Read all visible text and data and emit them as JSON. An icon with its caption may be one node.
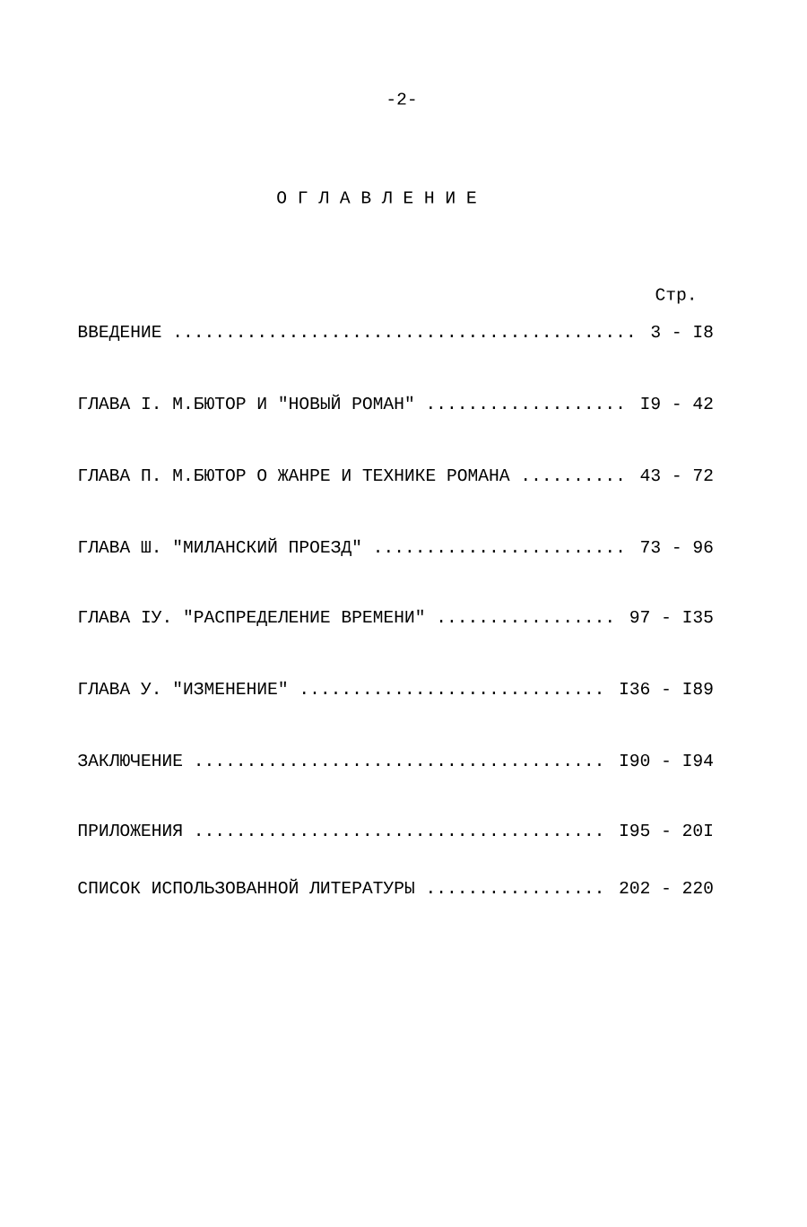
{
  "diagram": {
    "labels": [
      "-2-",
      "О Г Л А В Л Е Н И Е",
      "Стр.",
      "ВВЕДЕНИЕ ............................................ 3 - I8",
      "ГЛАВА I. М.БЮТОР И \"НОВЫЙ РОМАН\" ................... I9 - 42",
      "ГЛАВА П. М.БЮТОР О ЖАНРЕ И ТЕХНИКЕ РОМАНА .......... 43 - 72",
      "ГЛАВА Ш. \"МИЛАНСКИЙ ПРОЕЗД\" ........................ 73 - 96",
      "ГЛАВА IУ. \"РАСПРЕДЕЛЕНИЕ ВРЕМЕНИ\" ................. 97 - I35",
      "ГЛАВА У. \"ИЗМЕНЕНИЕ\" ............................. I36 - I89",
      "ЗАКЛЮЧЕНИЕ ....................................... I90 - I94",
      "ПРИЛОЖЕНИЯ ....................................... I95 - 20I",
      "СПИСОК ИСПОЛЬЗОВАННОЙ ЛИТЕРАТУРЫ ................. 202 - 220"
    ]
  }
}
